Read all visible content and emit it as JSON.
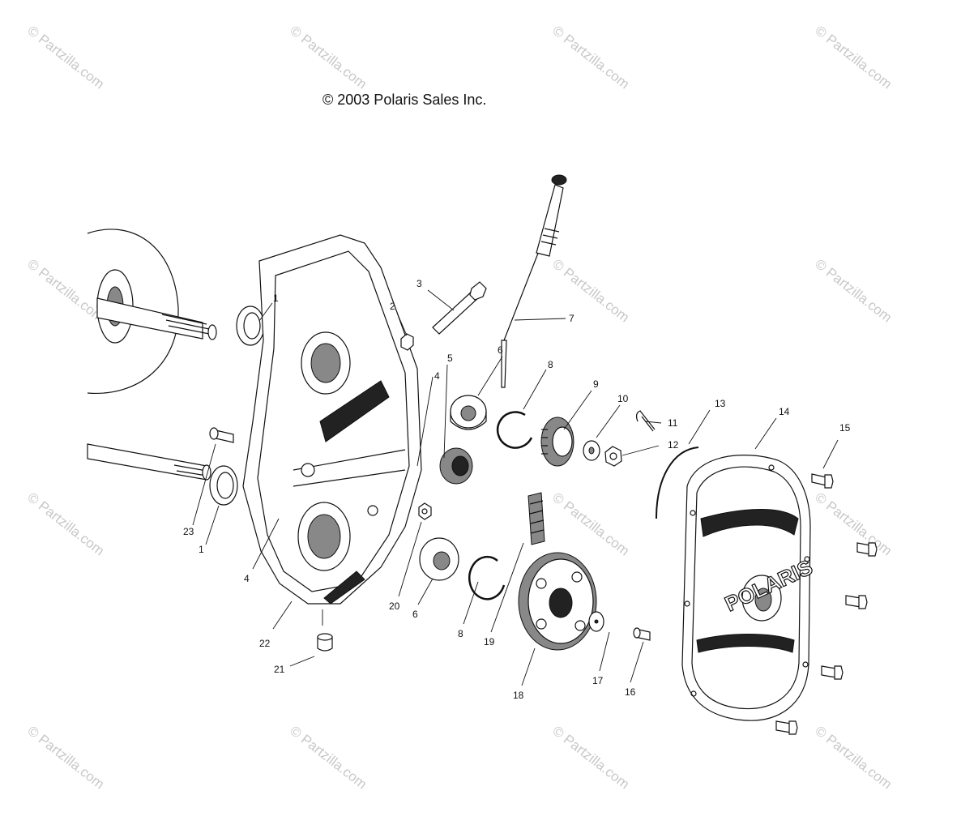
{
  "copyright": "© 2003 Polaris Sales Inc.",
  "watermark": "© Partzilla.com",
  "brand_logo": "POLARIS",
  "callouts": [
    {
      "label": "1"
    },
    {
      "label": "2"
    },
    {
      "label": "3"
    },
    {
      "label": "5"
    },
    {
      "label": "7"
    },
    {
      "label": "6"
    },
    {
      "label": "4"
    },
    {
      "label": "8"
    },
    {
      "label": "9"
    },
    {
      "label": "10"
    },
    {
      "label": "11"
    },
    {
      "label": "12"
    },
    {
      "label": "13"
    },
    {
      "label": "14"
    },
    {
      "label": "15"
    },
    {
      "label": "23"
    },
    {
      "label": "1"
    },
    {
      "label": "4"
    },
    {
      "label": "20"
    },
    {
      "label": "22"
    },
    {
      "label": "6"
    },
    {
      "label": "8"
    },
    {
      "label": "19"
    },
    {
      "label": "21"
    },
    {
      "label": "18"
    },
    {
      "label": "17"
    },
    {
      "label": "16"
    }
  ]
}
